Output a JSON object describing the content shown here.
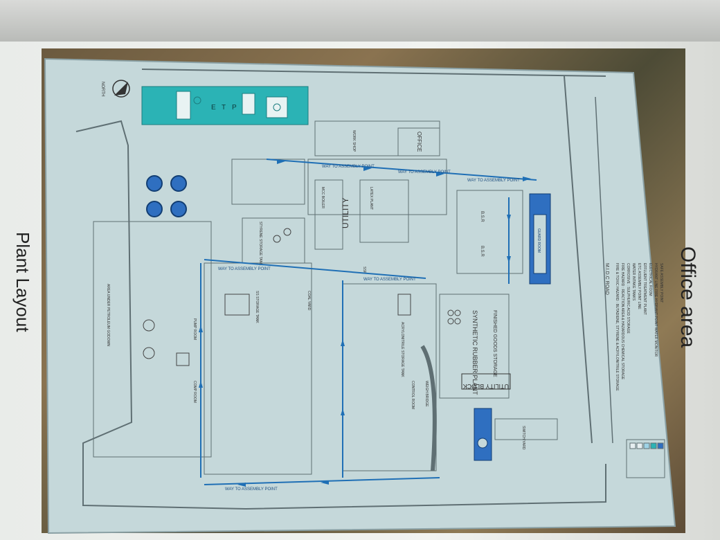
{
  "page": {
    "title": "Plant Layout",
    "side_heading": "Office area"
  },
  "map": {
    "north_label": "NORTH",
    "assembly_labels": [
      "WAY TO ASSEMBLY POINT",
      "WAY TO ASSEMBLY POINT",
      "WAY TO ASSEMBLY POINT",
      "WAY TO ASSEMBLY POINT",
      "WAY TO ASSEMBLY POINT",
      "WAY TO ASSEMBLY POINT"
    ],
    "etp_letters": [
      "E",
      "T",
      "P"
    ],
    "areas": {
      "office": "OFFICE",
      "utility": "UTILITY",
      "utility_block": "UTILITY BLOCK",
      "synthetic_rubber_plant": "SYNTHETIC RUBBER PLANT",
      "finished_goods_storage": "FINISHED GOODS STORAGE",
      "control_room": "CONTROL ROOM",
      "weigh_bridge": "WEIGH BRIDGE",
      "coal_yard": "COAL YARD",
      "styrene_storage_tank": "STYRENE STORAGE TANK",
      "ss_storage_tank": "SS STORAGE TANK",
      "acrylonitrile_storage_tank": "ACRYLONITRILE STORAGE TANK",
      "switch_yard": "SWITCH YARD",
      "guard_room": "GUARD ROOM",
      "area_under_petroleum_godown": "AREA UNDER PETROLEUM GODOWN",
      "midc_road": "M.I.D.C ROAD",
      "bsr_1": "B.S.R",
      "bsr_2": "B.S.R",
      "latex_plant": "LATEX PLANT",
      "ssp": "SSP",
      "mcc_boiler": "MCC BOILER",
      "work_shop": "WORK SHOP",
      "pump_room": "PUMP ROOM",
      "comp_room": "COMP ROOM"
    },
    "legend_items": [
      "FIRE & TOXIC HAZARD : BUTADIENE, STYRENE & ACRYLONITRILE STORAGE",
      "FIRE HAZARD : REACTION AREA & HAZARDOUS CHEMICAL STORAGE",
      "CORROSIVE : SULPHURIC ACID STORAGE",
      "WATER INTAKE TANKS",
      "ETC ASSEMBLY POINT LINE",
      "EFFLUENT TREATMENT PLANT",
      "ELECTRICAL ROOM",
      "HYDRANT LINE FIRE HYDRANT POINT WATER MONITOR",
      "SAFE ASSEMBLY POINT"
    ],
    "colors": {
      "map_bg": "#c5d8da",
      "line": "#5f6f73",
      "accent_teal": "#2bb3b5",
      "accent_blue": "#2f6fc0",
      "arrow_blue": "#1f6fb5"
    }
  }
}
